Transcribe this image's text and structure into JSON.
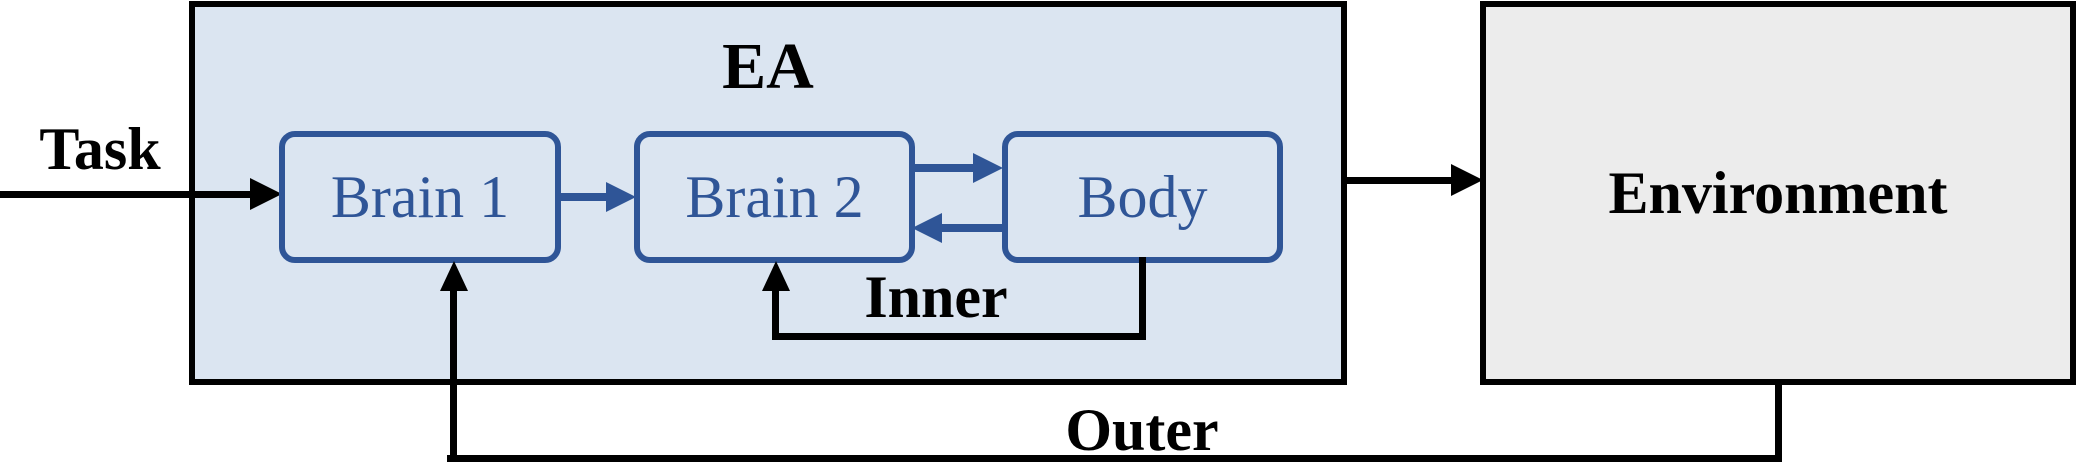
{
  "diagram": {
    "ea_title": "EA",
    "task_label": "Task",
    "inner_label": "Inner",
    "outer_label": "Outer",
    "nodes": {
      "brain1": "Brain 1",
      "brain2": "Brain 2",
      "body": "Body",
      "environment": "Environment"
    },
    "colors": {
      "accent_blue": "#2F5597",
      "ea_fill": "#DBE5F1",
      "environment_fill": "#ECECEC",
      "line_black": "#000000"
    }
  }
}
